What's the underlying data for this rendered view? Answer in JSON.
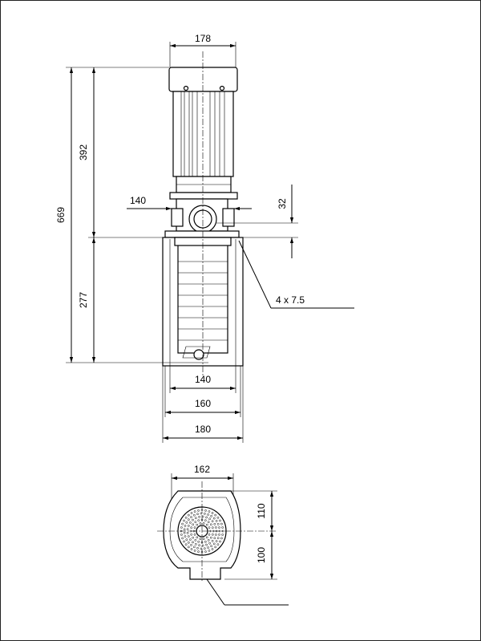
{
  "dimensions": {
    "motor_width": "178",
    "total_height": "669",
    "motor_height": "392",
    "port_width": "140",
    "port_offset": "32",
    "lower_height": "277",
    "holes": "4 x 7.5",
    "base_140": "140",
    "base_160": "160",
    "base_180": "180",
    "bottom_width": "162",
    "bottom_upper": "110",
    "bottom_lower": "100"
  },
  "colors": {
    "line": "#000000",
    "background": "#ffffff"
  }
}
